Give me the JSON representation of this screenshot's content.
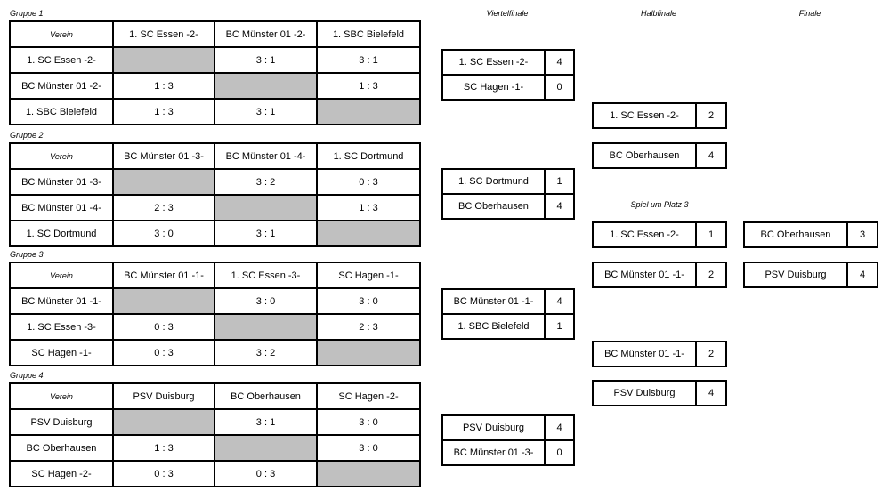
{
  "colors": {
    "background": "#ffffff",
    "border": "#000000",
    "diagonal_fill": "#c0c0c0",
    "text": "#000000"
  },
  "groups": [
    {
      "label": "Gruppe 1",
      "header": [
        "Verein",
        "1. SC Essen -2-",
        "BC Münster 01 -2-",
        "1. SBC Bielefeld"
      ],
      "rows": [
        {
          "team": "1. SC Essen -2-",
          "cells": [
            "",
            "3 : 1",
            "3 : 1"
          ]
        },
        {
          "team": "BC Münster 01 -2-",
          "cells": [
            "1 : 3",
            "",
            "1 : 3"
          ]
        },
        {
          "team": "1. SBC Bielefeld",
          "cells": [
            "1 : 3",
            "3 : 1",
            ""
          ]
        }
      ]
    },
    {
      "label": "Gruppe 2",
      "header": [
        "Verein",
        "BC Münster 01 -3-",
        "BC Münster 01 -4-",
        "1. SC Dortmund"
      ],
      "rows": [
        {
          "team": "BC Münster 01 -3-",
          "cells": [
            "",
            "3 : 2",
            "0 : 3"
          ]
        },
        {
          "team": "BC Münster 01 -4-",
          "cells": [
            "2 : 3",
            "",
            "1 : 3"
          ]
        },
        {
          "team": "1. SC Dortmund",
          "cells": [
            "3 : 0",
            "3 : 1",
            ""
          ]
        }
      ]
    },
    {
      "label": "Gruppe 3",
      "header": [
        "Verein",
        "BC Münster 01 -1-",
        "1. SC Essen -3-",
        "SC Hagen -1-"
      ],
      "rows": [
        {
          "team": "BC Münster 01 -1-",
          "cells": [
            "",
            "3 : 0",
            "3 : 0"
          ]
        },
        {
          "team": "1. SC Essen -3-",
          "cells": [
            "0 : 3",
            "",
            "2 : 3"
          ]
        },
        {
          "team": "SC Hagen -1-",
          "cells": [
            "0 : 3",
            "3 : 2",
            ""
          ]
        }
      ]
    },
    {
      "label": "Gruppe 4",
      "header": [
        "Verein",
        "PSV Duisburg",
        "BC Oberhausen",
        "SC Hagen -2-"
      ],
      "rows": [
        {
          "team": "PSV Duisburg",
          "cells": [
            "",
            "3 : 1",
            "3 : 0"
          ]
        },
        {
          "team": "BC Oberhausen",
          "cells": [
            "1 : 3",
            "",
            "3 : 0"
          ]
        },
        {
          "team": "SC Hagen -2-",
          "cells": [
            "0 : 3",
            "0 : 3",
            ""
          ]
        }
      ]
    }
  ],
  "bracket": {
    "headers": {
      "quarterfinal": "Viertelfinale",
      "semifinal": "Halbfinale",
      "final": "Finale",
      "third_place": "Spiel um Platz 3"
    },
    "quarterfinals": [
      {
        "home": "1. SC Essen -2-",
        "home_score": "4",
        "away": "SC Hagen -1-",
        "away_score": "0"
      },
      {
        "home": "1. SC Dortmund",
        "home_score": "1",
        "away": "BC Oberhausen",
        "away_score": "4"
      },
      {
        "home": "BC Münster 01 -1-",
        "home_score": "4",
        "away": "1. SBC Bielefeld",
        "away_score": "1"
      },
      {
        "home": "PSV Duisburg",
        "home_score": "4",
        "away": "BC Münster 01 -3-",
        "away_score": "0"
      }
    ],
    "semifinals": [
      {
        "home": "1. SC Essen -2-",
        "home_score": "2",
        "away": "BC Oberhausen",
        "away_score": "4"
      },
      {
        "home": "BC Münster 01 -1-",
        "home_score": "2",
        "away": "PSV Duisburg",
        "away_score": "4"
      }
    ],
    "third_place": {
      "home": "1. SC Essen -2-",
      "home_score": "1",
      "away": "BC Münster 01 -1-",
      "away_score": "2"
    },
    "final": {
      "home": "BC Oberhausen",
      "home_score": "3",
      "away": "PSV Duisburg",
      "away_score": "4"
    }
  }
}
